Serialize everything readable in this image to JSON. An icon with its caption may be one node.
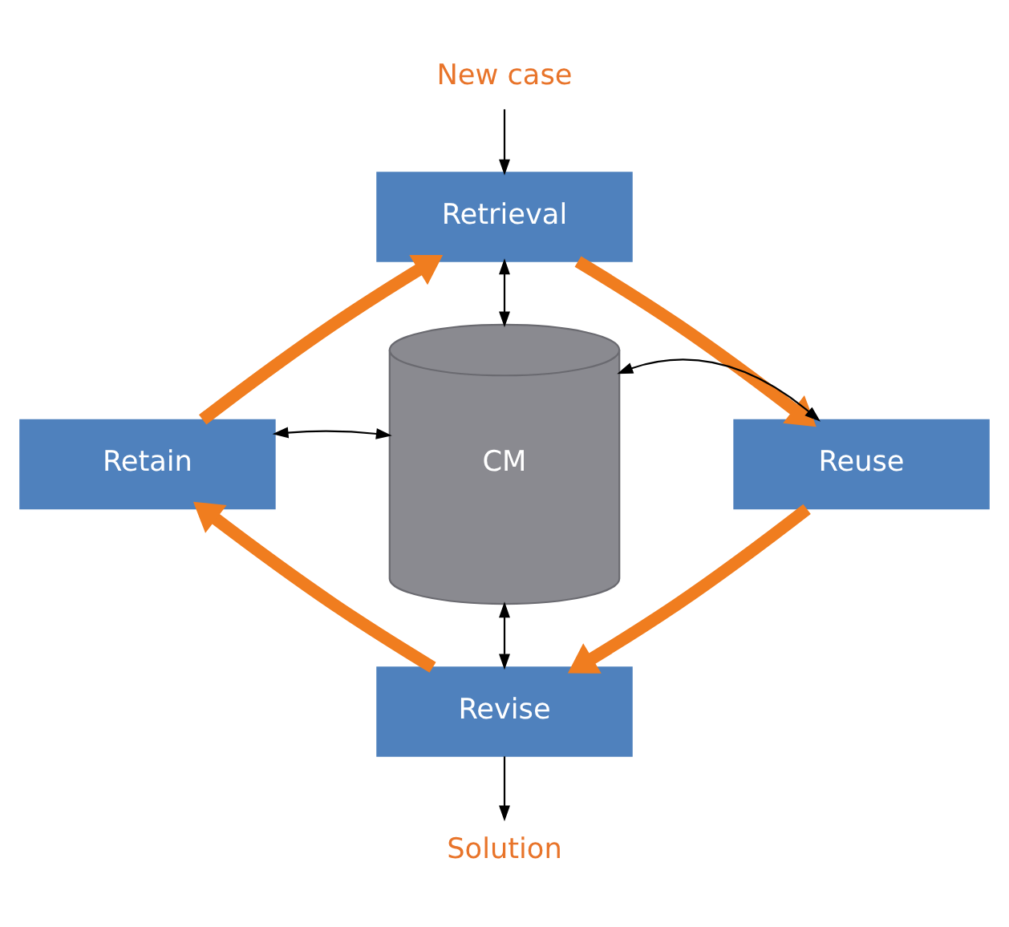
{
  "diagram": {
    "nodes": [
      {
        "text": [
          "New case"
        ]
      },
      {
        "text": [
          "Retrieval"
        ]
      },
      {
        "text": [
          "Retain"
        ]
      },
      {
        "text": [
          "CM"
        ]
      },
      {
        "text": [
          "Reuse"
        ]
      },
      {
        "text": [
          "Revise"
        ]
      },
      {
        "text": [
          "Solution"
        ]
      }
    ],
    "edges": [
      {
        "from": 0,
        "to": 1,
        "arrow": "to"
      },
      {
        "from": 1,
        "to": 3,
        "arrow": "both"
      },
      {
        "from": 2,
        "to": 3,
        "arrow": "both"
      },
      {
        "from": 3,
        "to": 4,
        "arrow": "both"
      },
      {
        "from": 3,
        "to": 5,
        "arrow": "both"
      },
      {
        "from": 5,
        "to": 6,
        "arrow": "to"
      },
      {
        "from": 1,
        "to": 4,
        "arrow": "to",
        "style": "thick",
        "color": "#f07d1f"
      },
      {
        "from": 4,
        "to": 5,
        "arrow": "to",
        "style": "thick",
        "color": "#f07d1f"
      },
      {
        "from": 5,
        "to": 2,
        "arrow": "to",
        "style": "thick",
        "color": "#f07d1f"
      },
      {
        "from": 2,
        "to": 1,
        "arrow": "to",
        "style": "thick",
        "color": "#f07d1f"
      }
    ]
  }
}
